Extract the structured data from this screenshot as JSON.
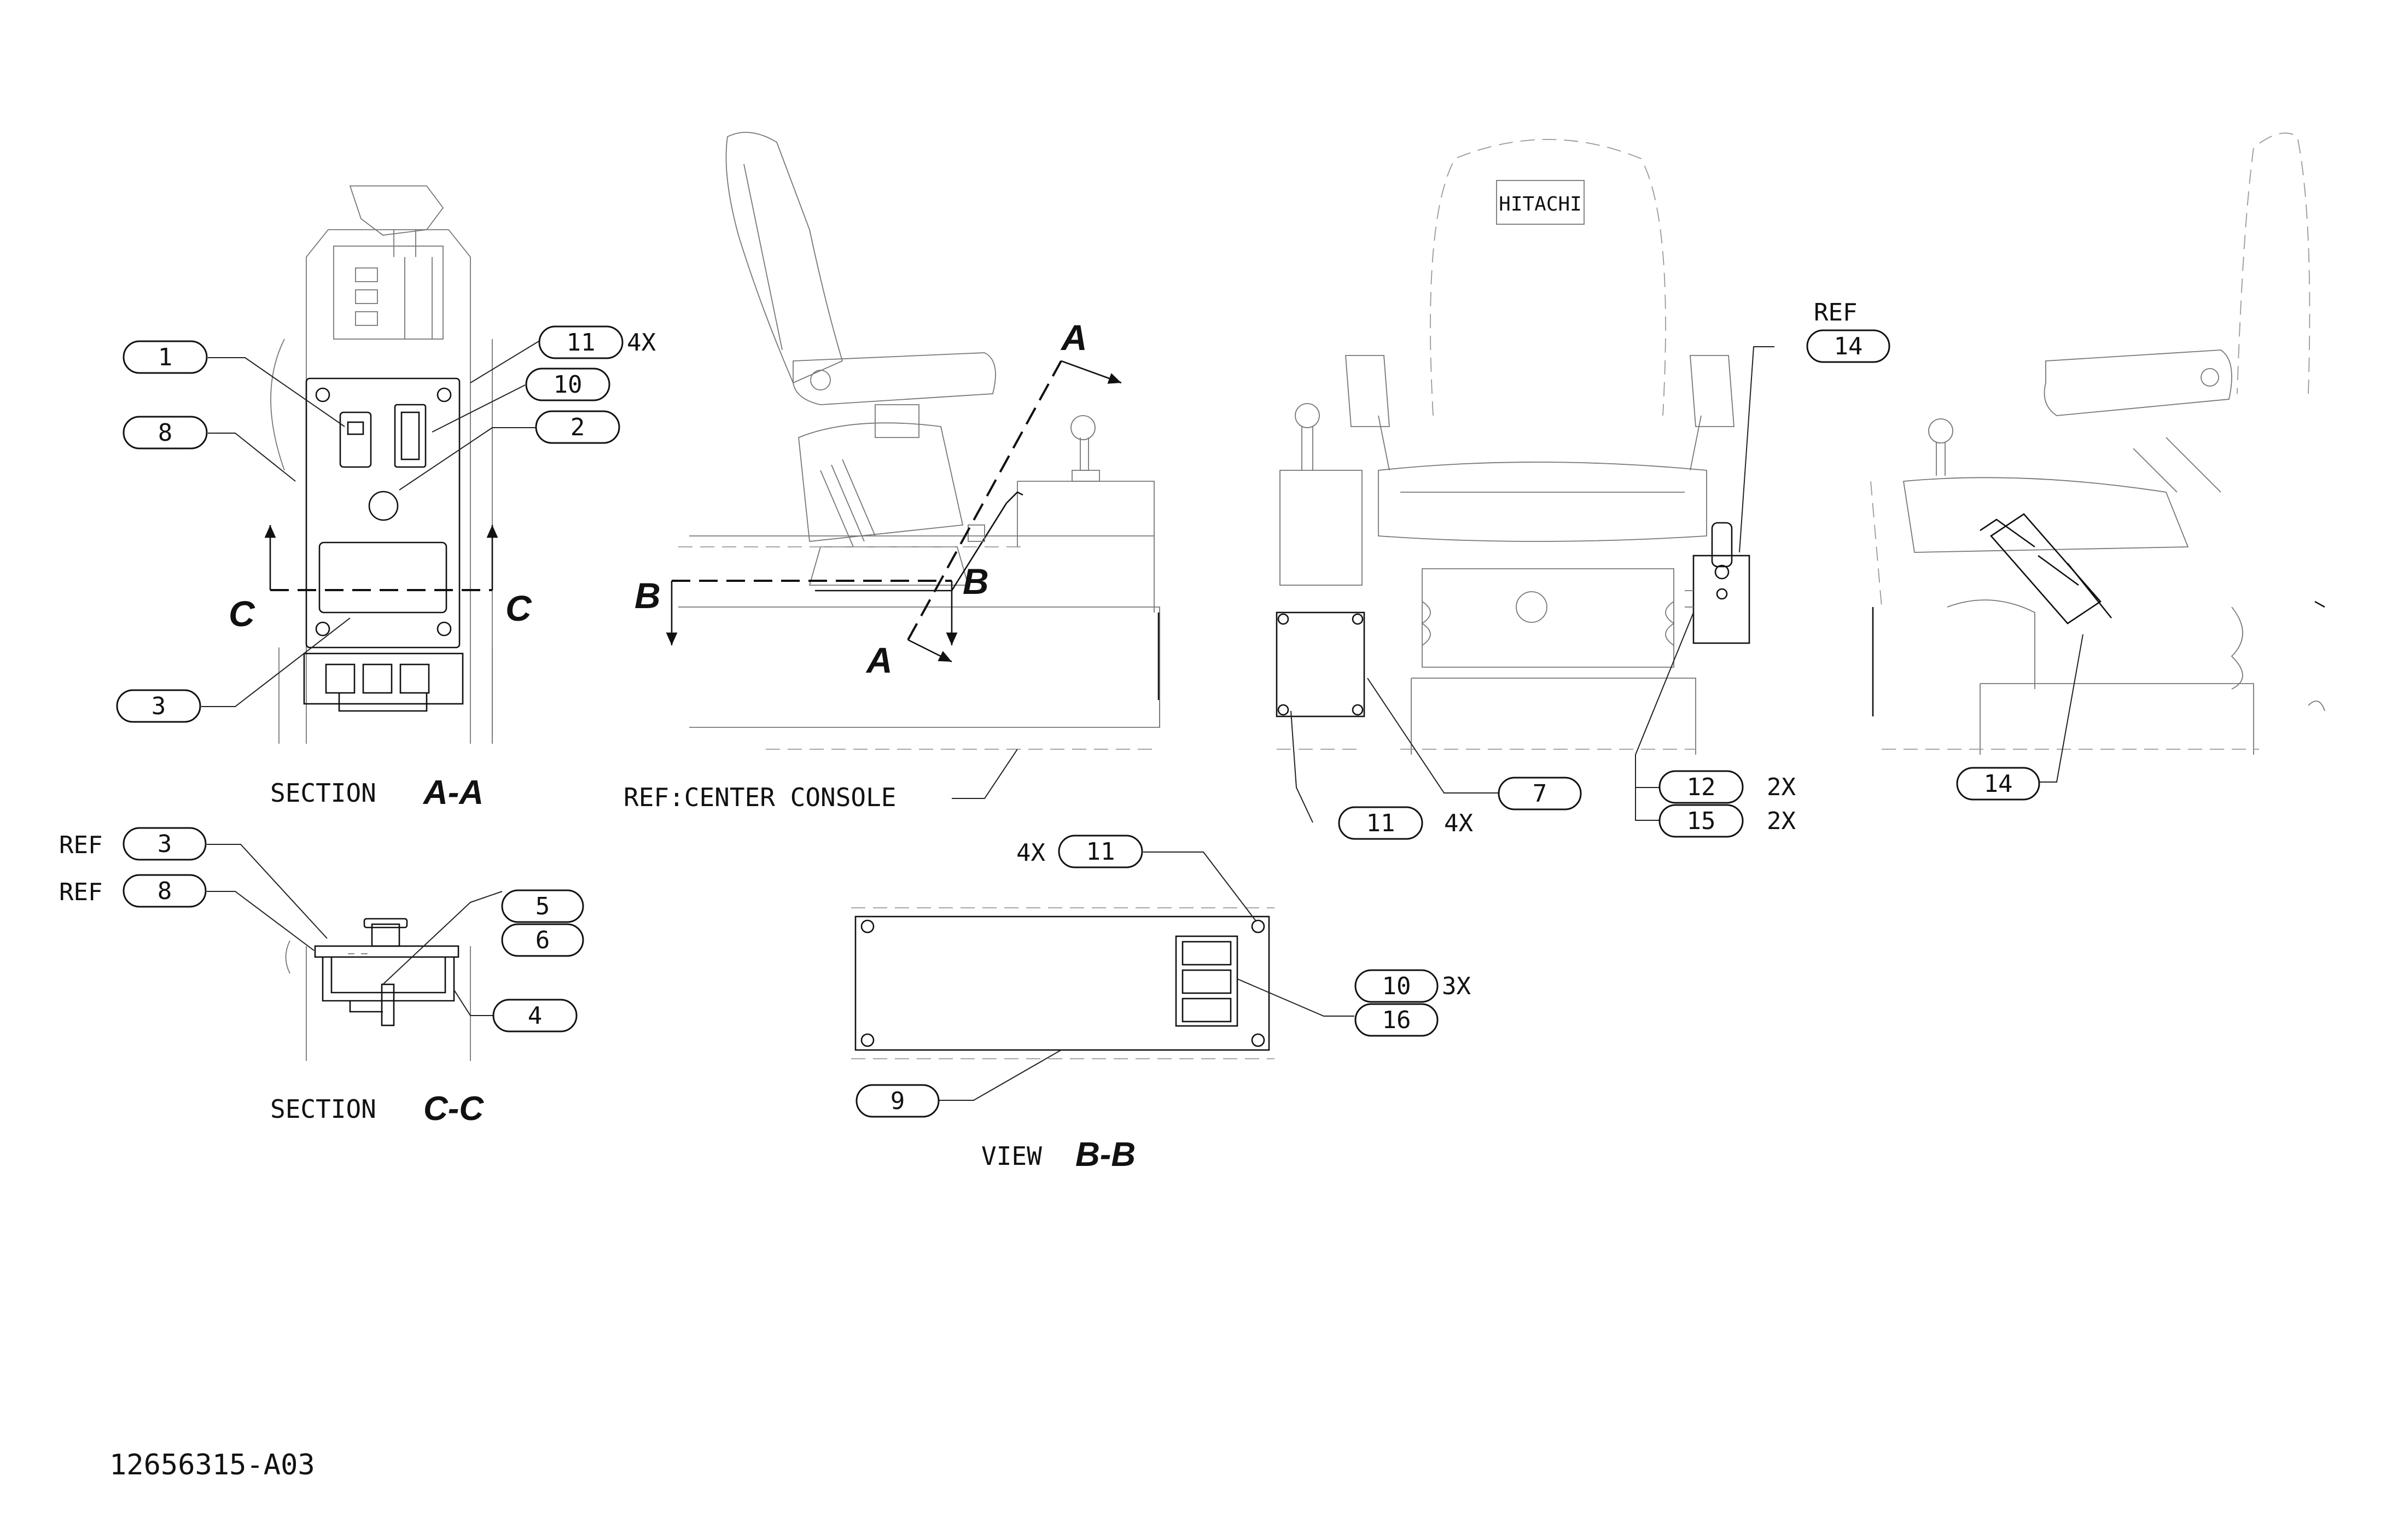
{
  "drawing_number": "12656315-A03",
  "sections": {
    "aa": {
      "prefix": "SECTION",
      "letters": "A-A"
    },
    "cc": {
      "prefix": "SECTION",
      "letters": "C-C"
    },
    "bb": {
      "prefix": "VIEW",
      "letters": "B-B"
    }
  },
  "cut_labels": {
    "a": "A",
    "b": "B",
    "c": "C"
  },
  "seat_logo": "HITACHI",
  "ref_center_console": "REF:CENTER CONSOLE",
  "ref_text": "REF",
  "balloons": {
    "aa_1": "1",
    "aa_8": "8",
    "aa_11": "11",
    "aa_10": "10",
    "aa_2": "2",
    "aa_3": "3",
    "cc_ref3": "3",
    "cc_ref8": "8",
    "cc_5": "5",
    "cc_6": "6",
    "cc_4": "4",
    "bb_11": "11",
    "bb_10": "10",
    "bb_16": "16",
    "bb_9": "9",
    "fr_14": "14",
    "fr_11": "11",
    "fr_7": "7",
    "fr_12": "12",
    "fr_15": "15",
    "rs_14": "14"
  },
  "qty": {
    "aa_11": "4X",
    "bb_11": "4X",
    "bb_10": "3X",
    "fr_11": "4X",
    "fr_12": "2X",
    "fr_15": "2X"
  }
}
